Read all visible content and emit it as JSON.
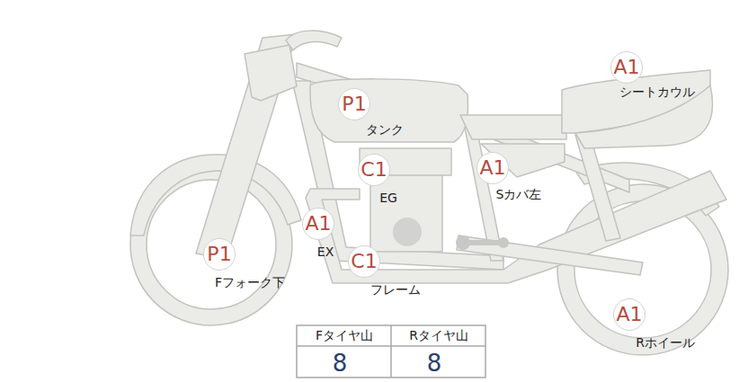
{
  "diagram": {
    "nodes": [
      {
        "text": [
          "A1",
          "シートカウル"
        ]
      },
      {
        "text": [
          "P1",
          "タンク"
        ]
      },
      {
        "text": [
          "C1",
          "EG"
        ]
      },
      {
        "text": [
          "A1",
          "Sカバ左"
        ]
      },
      {
        "text": [
          "A1",
          "EX"
        ]
      },
      {
        "text": [
          "P1",
          "Fフォーク下"
        ]
      },
      {
        "text": [
          "C1",
          "フレーム"
        ]
      },
      {
        "text": [
          "A1",
          "Rホイール"
        ]
      }
    ],
    "labels": [
      "Fタイヤ山",
      "Rタイヤ山",
      "8",
      "8"
    ]
  }
}
